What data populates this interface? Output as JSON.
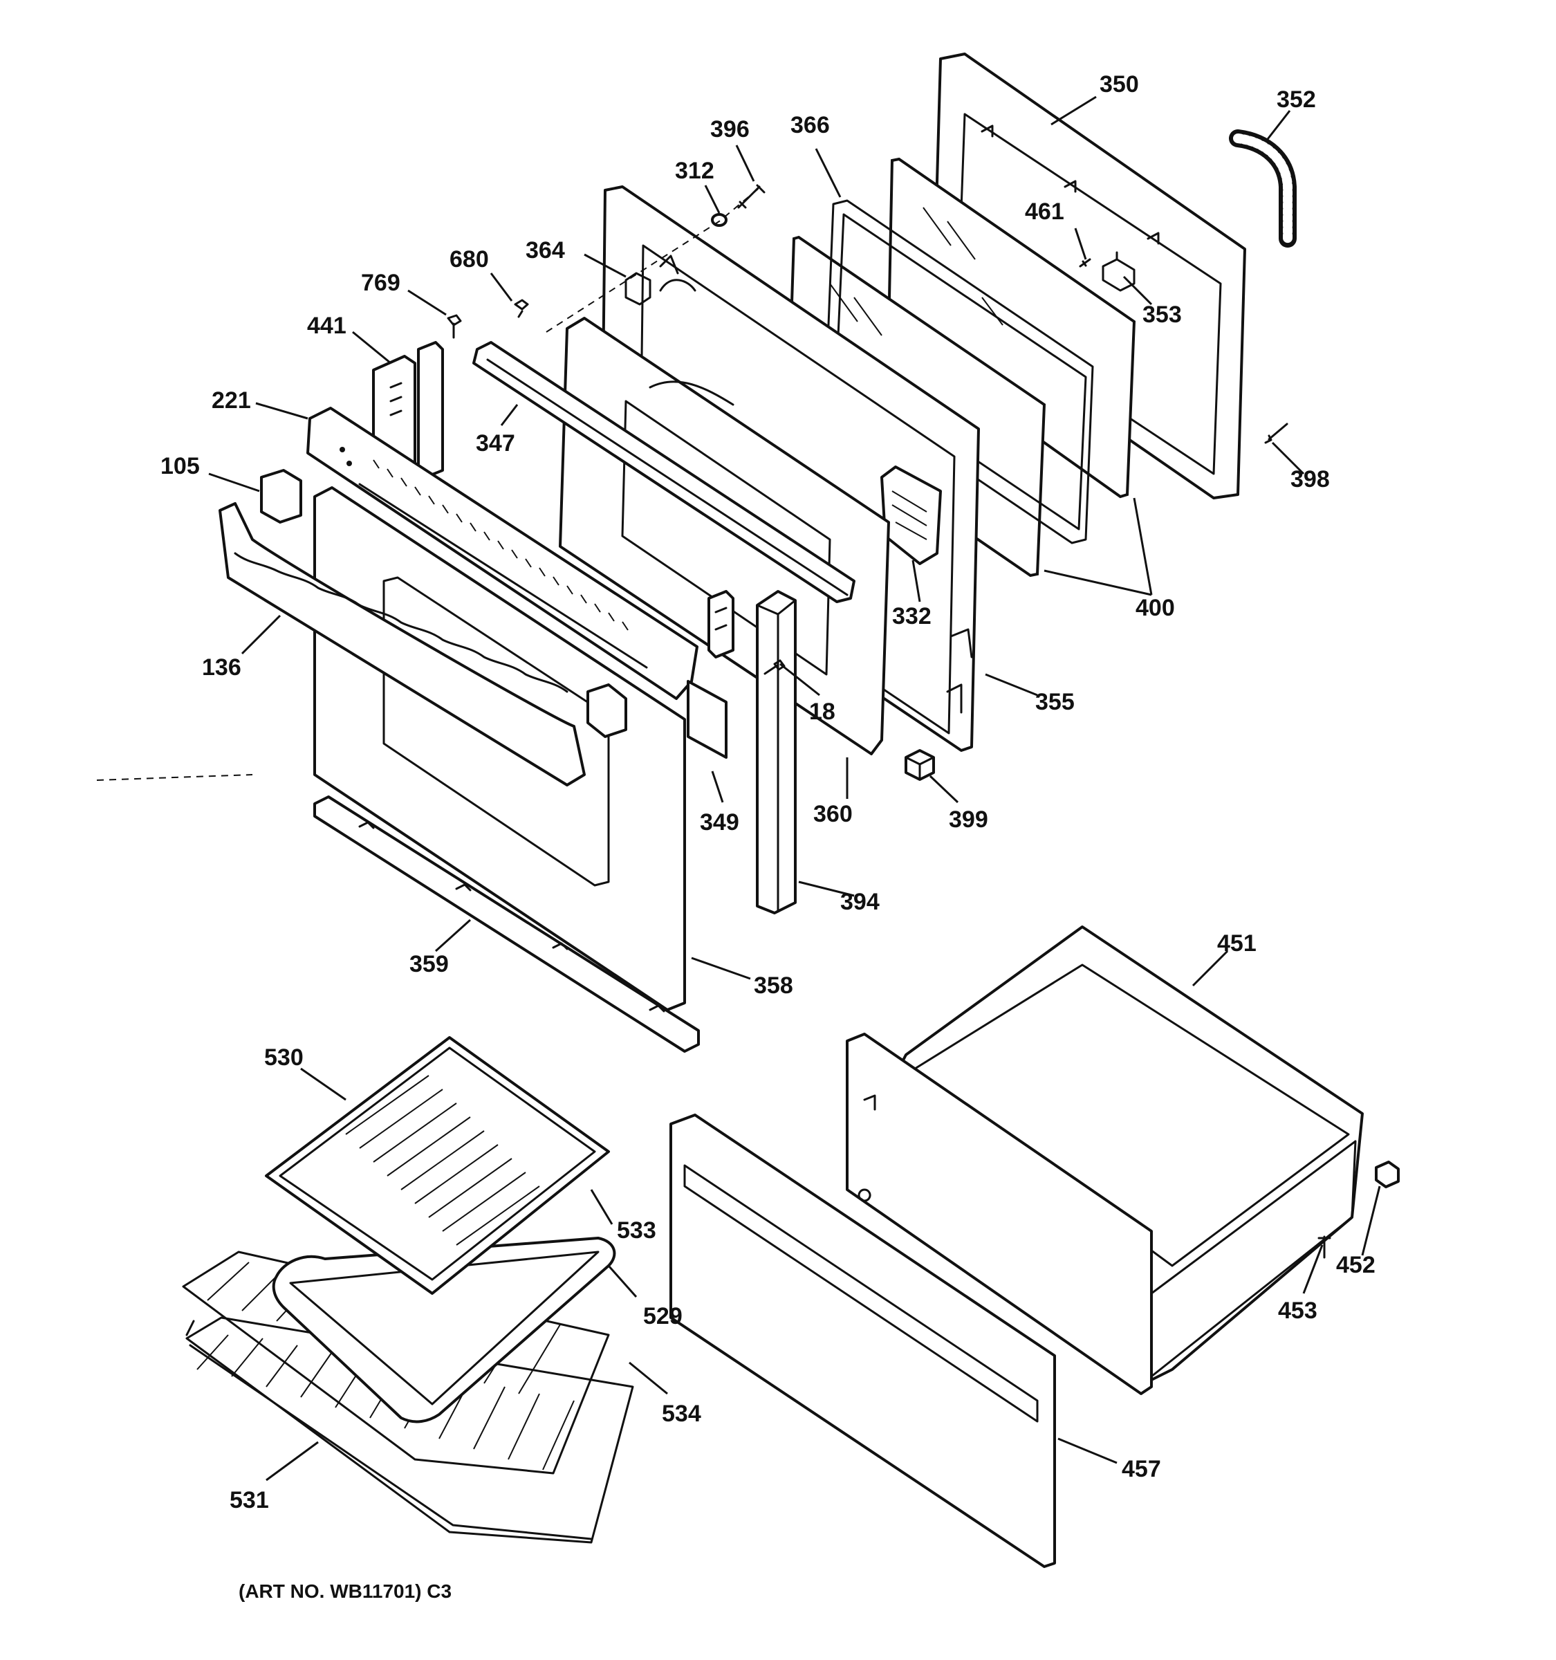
{
  "diagram": {
    "art_number": "(ART NO. WB11701) C3",
    "callouts": [
      {
        "id": "350",
        "label": "350"
      },
      {
        "id": "352",
        "label": "352"
      },
      {
        "id": "396",
        "label": "396"
      },
      {
        "id": "366",
        "label": "366"
      },
      {
        "id": "312",
        "label": "312"
      },
      {
        "id": "461",
        "label": "461"
      },
      {
        "id": "680",
        "label": "680"
      },
      {
        "id": "364",
        "label": "364"
      },
      {
        "id": "769",
        "label": "769"
      },
      {
        "id": "353",
        "label": "353"
      },
      {
        "id": "441",
        "label": "441"
      },
      {
        "id": "221",
        "label": "221"
      },
      {
        "id": "347",
        "label": "347"
      },
      {
        "id": "398",
        "label": "398"
      },
      {
        "id": "105",
        "label": "105"
      },
      {
        "id": "332",
        "label": "332"
      },
      {
        "id": "400",
        "label": "400"
      },
      {
        "id": "136",
        "label": "136"
      },
      {
        "id": "18",
        "label": "18"
      },
      {
        "id": "355",
        "label": "355"
      },
      {
        "id": "349",
        "label": "349"
      },
      {
        "id": "360",
        "label": "360"
      },
      {
        "id": "399",
        "label": "399"
      },
      {
        "id": "394",
        "label": "394"
      },
      {
        "id": "451",
        "label": "451"
      },
      {
        "id": "359",
        "label": "359"
      },
      {
        "id": "358",
        "label": "358"
      },
      {
        "id": "530",
        "label": "530"
      },
      {
        "id": "533",
        "label": "533"
      },
      {
        "id": "452",
        "label": "452"
      },
      {
        "id": "529",
        "label": "529"
      },
      {
        "id": "453",
        "label": "453"
      },
      {
        "id": "534",
        "label": "534"
      },
      {
        "id": "457",
        "label": "457"
      },
      {
        "id": "531",
        "label": "531"
      }
    ]
  }
}
